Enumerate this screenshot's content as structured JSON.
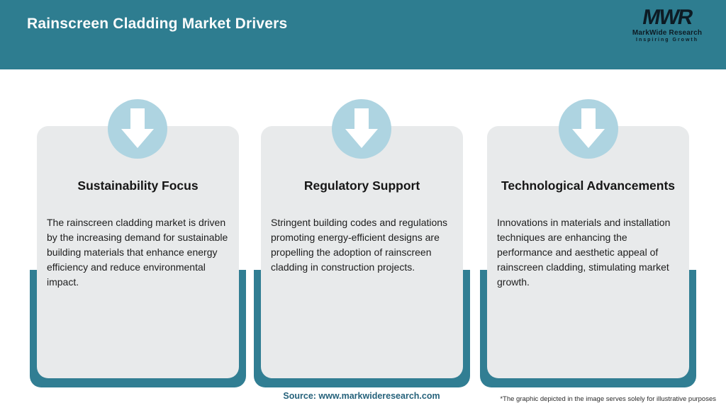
{
  "header": {
    "title": "Rainscreen Cladding Market Drivers",
    "logo": {
      "mark": "MWR",
      "name": "MarkWide Research",
      "tagline": "Inspiring Growth"
    }
  },
  "cards": [
    {
      "icon": "down-arrow-icon",
      "title": "Sustainability Focus",
      "body": "The rainscreen cladding market is driven by the increasing demand for sustainable building materials that enhance energy efficiency and reduce environmental impact."
    },
    {
      "icon": "down-arrow-icon",
      "title": "Regulatory Support",
      "body": "Stringent building codes and regulations promoting energy-efficient designs are propelling the adoption of rainscreen cladding in construction projects."
    },
    {
      "icon": "down-arrow-icon",
      "title": "Technological Advancements",
      "body": "Innovations in materials and installation techniques are enhancing the performance and aesthetic appeal of rainscreen cladding, stimulating market growth."
    }
  ],
  "footer": {
    "source": "Source: www.markwideresearch.com",
    "disclaimer": "*The graphic depicted in the image serves solely for illustrative purposes"
  },
  "colors": {
    "header_teal": "#2e7d90",
    "backdrop_teal": "#317e93",
    "card_gray": "#e8eaeb",
    "circle_blue": "#aed4e1",
    "arrow_white": "#ffffff",
    "source_text": "#26627b",
    "logo_text": "#0d1b24"
  }
}
